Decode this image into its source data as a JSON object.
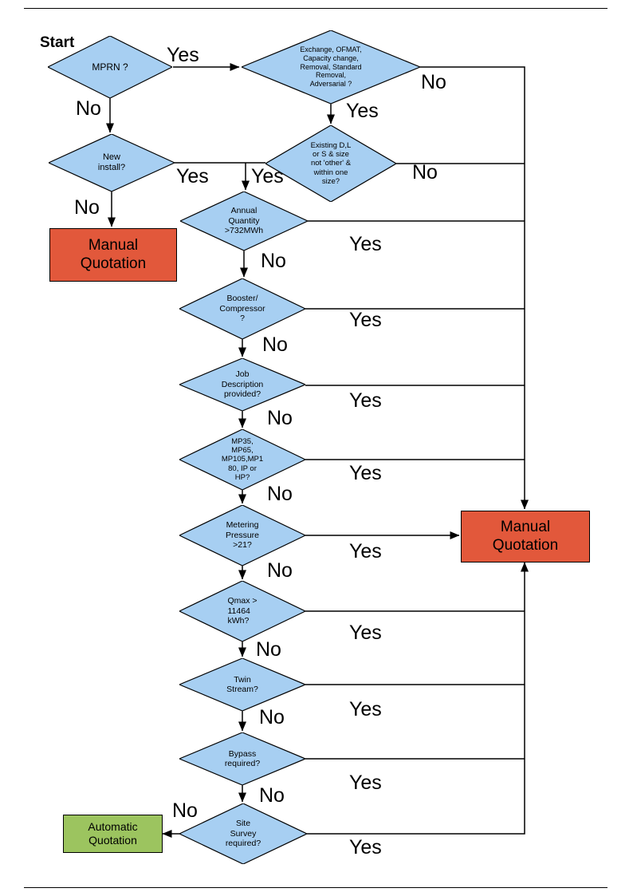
{
  "colors": {
    "decision_fill": "#A7CFF2",
    "decision_border": "#000000",
    "manual_fill": "#E2583B",
    "auto_fill": "#9CC45F",
    "line": "#000000"
  },
  "start_label": "Start",
  "labels": {
    "yes": "Yes",
    "no": "No"
  },
  "nodes": {
    "mprn": {
      "label": "MPRN ?"
    },
    "exchange": {
      "label": "Exchange, OFMAT,\nCapacity change,\nRemoval, Standard\nRemoval,\nAdversarial ?"
    },
    "existing": {
      "label": "Existing D,L\nor S & size\nnot 'other' &\nwithin one\nsize?"
    },
    "new_install": {
      "label": "New\ninstall?"
    },
    "annual_qty": {
      "label": "Annual\nQuantity\n>732MWh"
    },
    "booster": {
      "label": "Booster/\nCompressor\n?"
    },
    "job_desc": {
      "label": "Job\nDescription\nprovided?"
    },
    "mp_tier": {
      "label": "MP35,\nMP65,\nMP105,MP1\n80, IP or\nHP?"
    },
    "metering": {
      "label": "Metering\nPressure\n>21?"
    },
    "qmax": {
      "label": "Qmax >\n11464\nkWh?"
    },
    "twin": {
      "label": "Twin\nStream?"
    },
    "bypass": {
      "label": "Bypass\nrequired?"
    },
    "site_survey": {
      "label": "Site\nSurvey\nrequired?"
    },
    "manual_left": {
      "label": "Manual\nQuotation"
    },
    "manual_right": {
      "label": "Manual\nQuotation"
    },
    "automatic": {
      "label": "Automatic\nQuotation"
    }
  }
}
